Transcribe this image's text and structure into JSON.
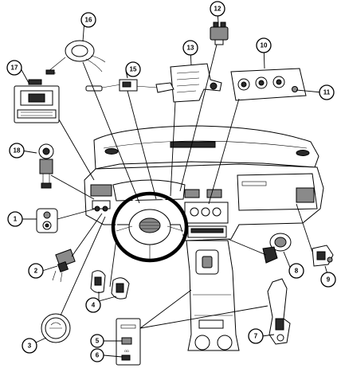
{
  "diagram": {
    "callouts": [
      {
        "id": "c1",
        "number": "1"
      },
      {
        "id": "c2",
        "number": "2"
      },
      {
        "id": "c3",
        "number": "3"
      },
      {
        "id": "c4",
        "number": "4"
      },
      {
        "id": "c5",
        "number": "5"
      },
      {
        "id": "c6",
        "number": "6"
      },
      {
        "id": "c7",
        "number": "7"
      },
      {
        "id": "c8",
        "number": "8"
      },
      {
        "id": "c9",
        "number": "9"
      },
      {
        "id": "c10",
        "number": "10"
      },
      {
        "id": "c11",
        "number": "11"
      },
      {
        "id": "c12",
        "number": "12"
      },
      {
        "id": "c13",
        "number": "13"
      },
      {
        "id": "c15",
        "number": "15"
      },
      {
        "id": "c16",
        "number": "16"
      },
      {
        "id": "c17",
        "number": "17"
      },
      {
        "id": "c18",
        "number": "18"
      }
    ]
  }
}
